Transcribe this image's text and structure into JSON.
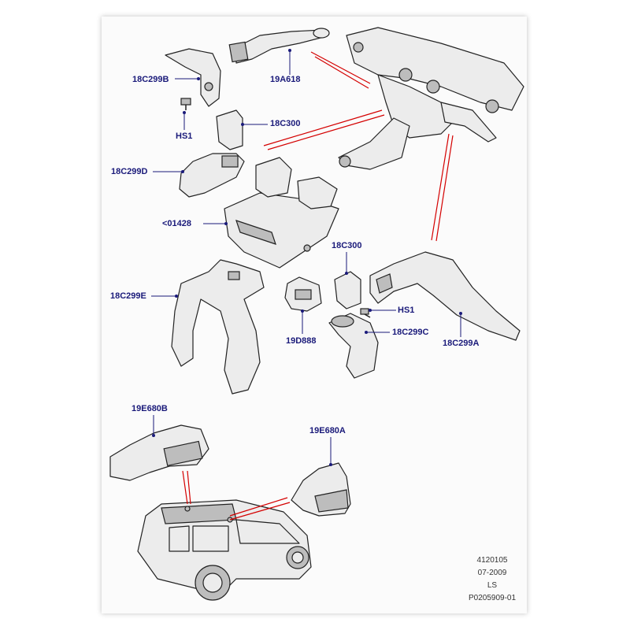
{
  "labels": {
    "l18c299b": "18C299B",
    "l19a618": "19A618",
    "lhs1_top": "HS1",
    "l18c300_top": "18C300",
    "l18c299d": "18C299D",
    "l01428": "<01428",
    "l18c299e": "18C299E",
    "l18c300_mid": "18C300",
    "lhs1_mid": "HS1",
    "l19d888": "19D888",
    "l18c299c": "18C299C",
    "l18c299a": "18C299A",
    "l19e680b": "19E680B",
    "l19e680a": "19E680A"
  },
  "footer": {
    "line1": "4120105",
    "line2": "07-2009",
    "line3": "LS",
    "line4": "P0205909-01"
  },
  "colors": {
    "label": "#1a1a7a",
    "leader": "#1a1a7a",
    "callout_red": "#d40000"
  }
}
